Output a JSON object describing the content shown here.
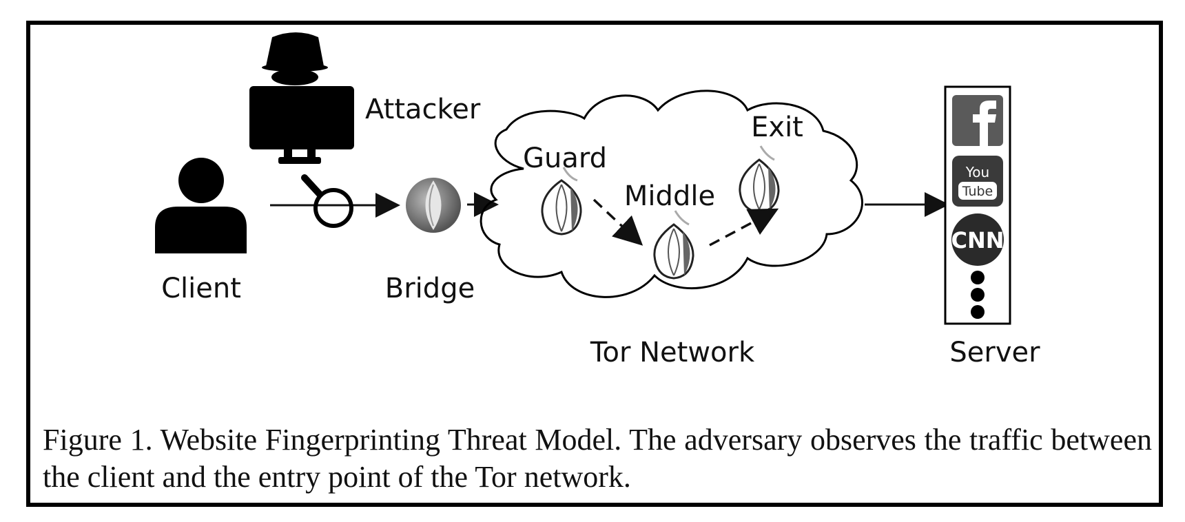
{
  "nodes": {
    "client": "Client",
    "attacker": "Attacker",
    "bridge": "Bridge",
    "guard": "Guard",
    "middle": "Middle",
    "exit": "Exit",
    "tor_network": "Tor Network",
    "server": "Server"
  },
  "server_icons": {
    "youtube_top": "You",
    "youtube_bottom": "Tube",
    "cnn": "CNN"
  },
  "caption": "Figure 1.  Website Fingerprinting Threat Model. The adversary observes the traffic between the client and the entry point of the Tor network."
}
